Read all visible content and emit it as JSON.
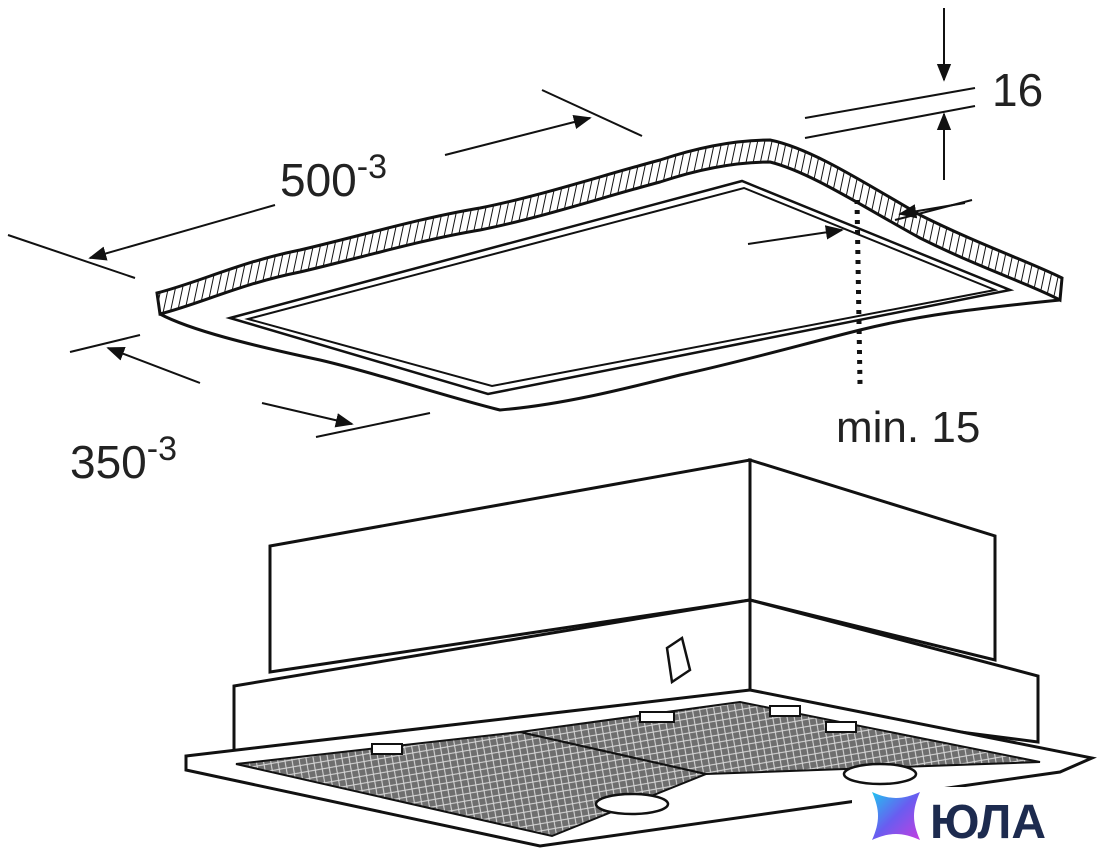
{
  "dimensions": {
    "length": {
      "base": "500",
      "tolerance": "-3"
    },
    "width": {
      "base": "350",
      "tolerance": "-3"
    },
    "thickness": "16",
    "min_edge": "min. 15"
  },
  "logo": {
    "text": "ЮЛА"
  },
  "colors": {
    "line": "#1a1a1a",
    "logo_text": "#1d2b4f"
  }
}
